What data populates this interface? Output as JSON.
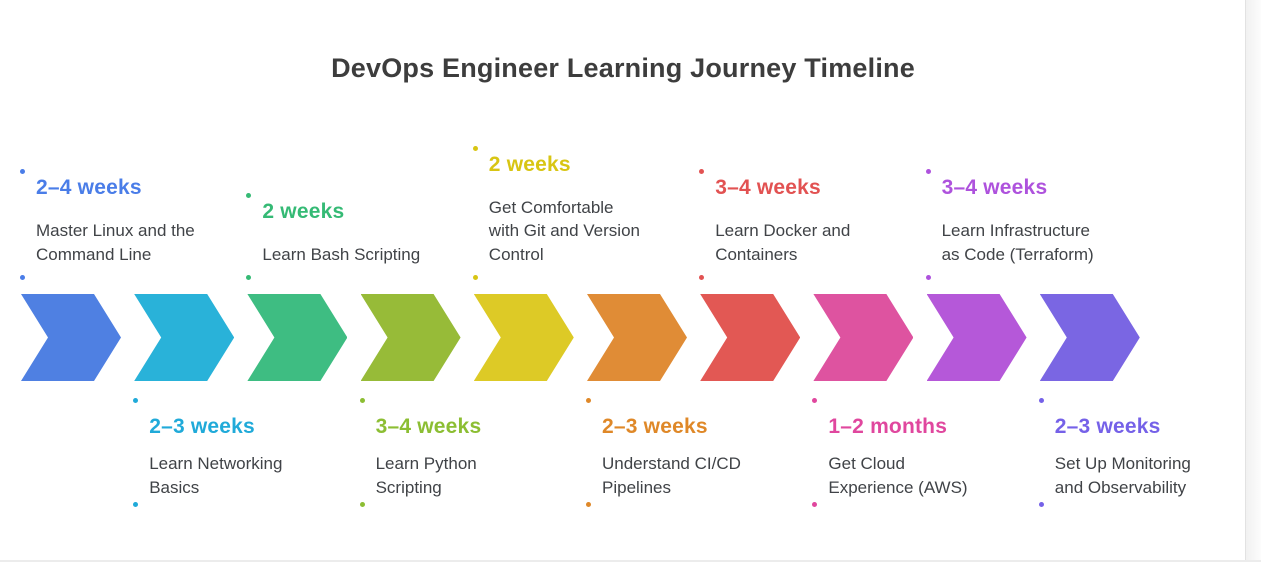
{
  "title": "DevOps Engineer Learning Journey Timeline",
  "steps": [
    {
      "id": 1,
      "label_side": "top",
      "duration": "2–4 weeks",
      "description_lines": [
        "Master Linux and the",
        "Command Line"
      ],
      "text_color": "#4a7de8",
      "arrow_color": "#4f80e2"
    },
    {
      "id": 2,
      "label_side": "bottom",
      "duration": "2–3 weeks",
      "description_lines": [
        "Learn Networking",
        "Basics"
      ],
      "text_color": "#20aad9",
      "arrow_color": "#29b2d9"
    },
    {
      "id": 3,
      "label_side": "top",
      "duration": "2 weeks",
      "description_lines": [
        "Learn Bash Scripting"
      ],
      "text_color": "#35ba75",
      "arrow_color": "#3ebd82"
    },
    {
      "id": 4,
      "label_side": "bottom",
      "duration": "3–4 weeks",
      "description_lines": [
        "Learn Python",
        "Scripting"
      ],
      "text_color": "#8cbe33",
      "arrow_color": "#97bb38"
    },
    {
      "id": 5,
      "label_side": "top",
      "duration": "2 weeks",
      "description_lines": [
        "Get Comfortable",
        "with Git and Version",
        "Control"
      ],
      "text_color": "#d8c513",
      "arrow_color": "#ddca26"
    },
    {
      "id": 6,
      "label_side": "bottom",
      "duration": "2–3 weeks",
      "description_lines": [
        "Understand CI/CD",
        "Pipelines"
      ],
      "text_color": "#df8828",
      "arrow_color": "#e08c36"
    },
    {
      "id": 7,
      "label_side": "top",
      "duration": "3–4 weeks",
      "description_lines": [
        "Learn Docker and",
        "Containers"
      ],
      "text_color": "#e25252",
      "arrow_color": "#e25854"
    },
    {
      "id": 8,
      "label_side": "bottom",
      "duration": "1–2 months",
      "description_lines": [
        "Get Cloud",
        "Experience (AWS)"
      ],
      "text_color": "#e0479e",
      "arrow_color": "#de53a0"
    },
    {
      "id": 9,
      "label_side": "top",
      "duration": "3–4 weeks",
      "description_lines": [
        "Learn Infrastructure",
        "as Code (Terraform)"
      ],
      "text_color": "#ae52dd",
      "arrow_color": "#b558d9"
    },
    {
      "id": 10,
      "label_side": "bottom",
      "duration": "2–3 weeks",
      "description_lines": [
        "Set Up Monitoring",
        "and Observability"
      ],
      "text_color": "#7561e8",
      "arrow_color": "#7a66e3"
    }
  ]
}
